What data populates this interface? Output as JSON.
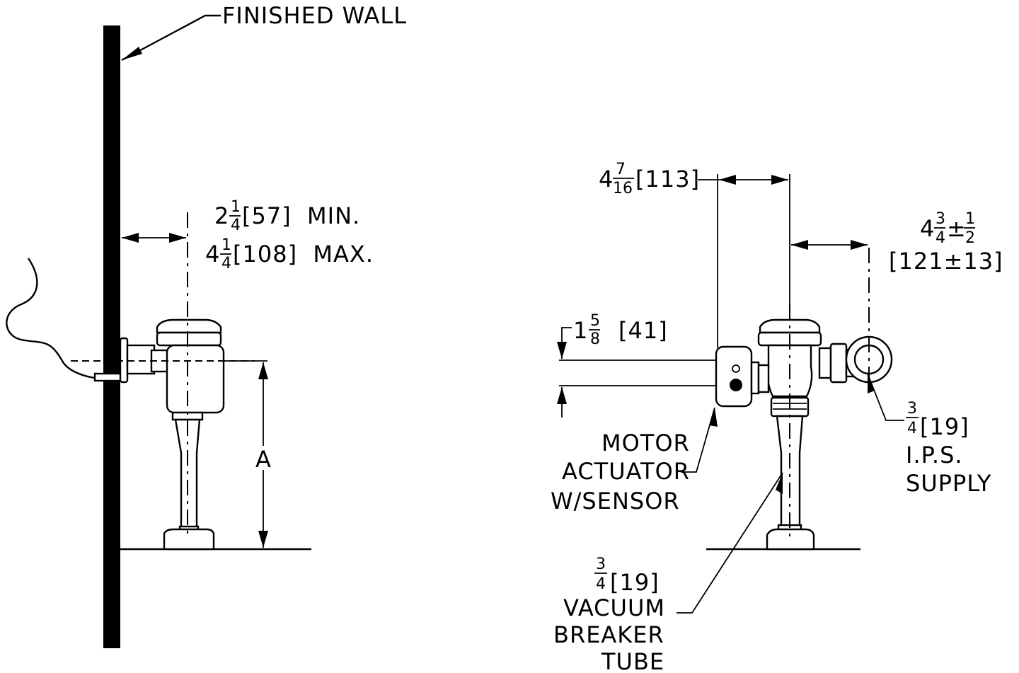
{
  "labels": {
    "finished_wall": "FINISHED WALL",
    "min_whole": "2",
    "min_num": "1",
    "min_den": "4",
    "min_rest": "[57]  MIN.",
    "max_whole": "4",
    "max_num": "1",
    "max_den": "4",
    "max_rest": "[108]  MAX.",
    "dim_a": "A",
    "top_whole": "4",
    "top_num": "7",
    "top_den": "16",
    "top_rest": "[113]",
    "right_whole": "4",
    "right_num": "3",
    "right_den": "4",
    "right_pm": "±",
    "right_num2": "1",
    "right_den2": "2",
    "right_metric": "[121±13]",
    "left_whole": "1",
    "left_num": "5",
    "left_den": "8",
    "left_rest": "[41]",
    "motor_line1": "MOTOR",
    "motor_line2": "ACTUATOR",
    "motor_line3": "W/SENSOR",
    "supply_num": "3",
    "supply_den": "4",
    "supply_rest": "[19]",
    "supply_line2": "I.P.S.",
    "supply_line3": "SUPPLY",
    "vb_num": "3",
    "vb_den": "4",
    "vb_rest": "[19]",
    "vb_line2": "VACUUM",
    "vb_line3": "BREAKER",
    "vb_line4": "TUBE"
  }
}
